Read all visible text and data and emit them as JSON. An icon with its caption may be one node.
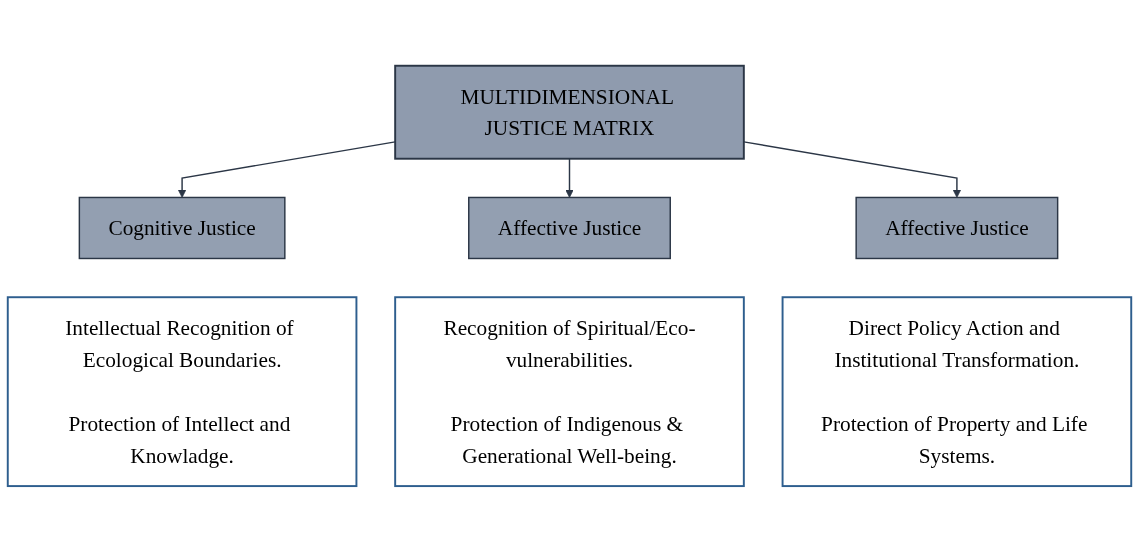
{
  "diagram": {
    "nodes": [
      {
        "text": [
          "MULTIDIMENSIONAL JUSTICE MATRIX"
        ]
      },
      {
        "text": [
          "Cognitive Justice"
        ]
      },
      {
        "text": [
          "Intellectual Recognition of Ecological Boundaries.",
          "Protection of Intellect and Knowladge."
        ]
      },
      {
        "text": [
          "Affective Justice"
        ]
      },
      {
        "text": [
          "Recognition of Spiritual/Eco-vulnerabilities.",
          "Protection of Indigenous & Generational Well-being."
        ]
      },
      {
        "text": [
          "Affective Justice"
        ]
      },
      {
        "text": [
          "Direct Policy Action and Institutional Transformation.",
          "Protection of Property and Life Systems."
        ]
      }
    ],
    "edges": [
      {
        "from": 0,
        "to": 1,
        "arrow": "to"
      },
      {
        "from": 0,
        "to": 3,
        "arrow": "to"
      },
      {
        "from": 0,
        "to": 5,
        "arrow": "to"
      }
    ]
  }
}
